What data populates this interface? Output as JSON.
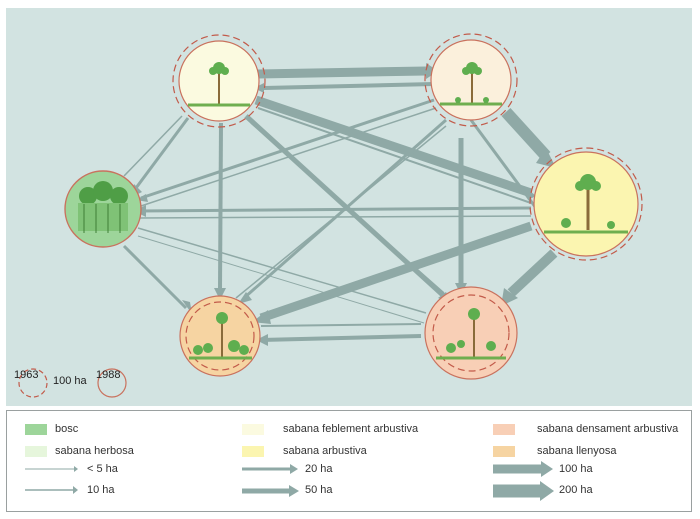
{
  "colors": {
    "background": "#d2e3e1",
    "arrow": "#8fa9a6",
    "bosc": "#9dd59a",
    "herbosa": "#e6f6dc",
    "feblement": "#fbfae0",
    "arbustiva": "#fbf5b0",
    "densament": "#f8cfb6",
    "llenyosa": "#f6d4a2",
    "ring_1963": "#c25b4a",
    "ring_1988": "#c9725e"
  },
  "icons": [
    "palm-tree-icon",
    "shrub-icon",
    "forest-icon",
    "grass-icon"
  ],
  "scale": {
    "year_1963": "1963",
    "area": "100 ha",
    "year_1988": "1988"
  },
  "legend": {
    "categories": [
      {
        "label": "bosc",
        "color": "#9dd59a"
      },
      {
        "label": "sabana herbosa",
        "color": "#e6f6dc"
      },
      {
        "label": "sabana feblement arbustiva",
        "color": "#fbfae0"
      },
      {
        "label": "sabana arbustiva",
        "color": "#fbf5b0"
      },
      {
        "label": "sabana densament arbustiva",
        "color": "#f8cfb6"
      },
      {
        "label": "sabana llenyosa",
        "color": "#f6d4a2"
      }
    ],
    "flows": [
      {
        "label": "< 5 ha"
      },
      {
        "label": "10 ha"
      },
      {
        "label": "20 ha"
      },
      {
        "label": "50 ha"
      },
      {
        "label": "100 ha"
      },
      {
        "label": "200 ha"
      }
    ]
  }
}
